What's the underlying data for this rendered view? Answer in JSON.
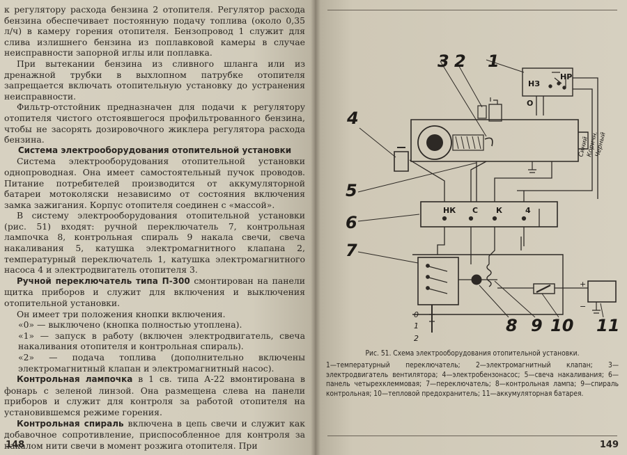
{
  "left_page": {
    "paragraphs": [
      "к регулятору расхода бензина 2 отопителя. Регулятор расхода бензина обеспечивает постоянную подачу топлива (около 0,35 л/ч) в камеру горения отопителя. Бензопровод 1 служит для слива излишнего бензина из поплавковой камеры в случае неисправности запорной иглы или поплавка.",
      "При вытекании бензина из сливного шланга или из дренажной трубки в выхлопном патрубке отопителя запрещается включать отопительную установку до устранения неисправности.",
      "Фильтр-отстойник предназначен для подачи к регулятору отопителя чистого отстоявшегося профильтрованного бензина, чтобы не засорять дозировочного жиклера регулятора расхода бензина."
    ],
    "section_heading": "Система электрооборудования отопительной установки",
    "system_paragraphs": [
      "Система электрооборудования отопительной установки однопроводная. Она имеет самостоятельный пучок проводов. Питание потребителей производится от аккумуляторной батареи мотоколяски независимо от состояния включения замка зажигания. Корпус отопителя соединен с «массой».",
      "В систему электрооборудования отопительной установки (рис. 51) входят: ручной переключатель 7, контрольная лампочка 8, контрольная спираль 9 накала свечи, свеча накаливания 5, катушка электромагнитного клапана 2, температурный переключатель 1, катушка электромагнитного насоса 4 и электродвигатель отопителя 3."
    ],
    "switch_heading": "Ручной переключатель типа П-300",
    "switch_text": " смонтирован на панели щитка приборов и служит для включения и выключения отопительной установки.",
    "positions_intro": "Он имеет три положения кнопки включения.",
    "positions": [
      "«0» — выключено (кнопка полностью утоплена).",
      "«1» — запуск в работу (включен электродвигатель, свеча накаливания отопителя и контрольная спираль).",
      "«2» — подача топлива (дополнительно включены электромагнитный клапан и электромагнитный насос)."
    ],
    "lamp_heading": "Контрольная лампочка",
    "lamp_text": " в 1 св. типа А-22 вмонтирована в фонарь с зеленой линзой. Она размещена слева на панели приборов и служит для контроля за работой отопителя на установившемся режиме горения.",
    "spiral_heading": "Контрольная спираль",
    "spiral_text": " включена в цепь свечи и служит как добавочное сопротивление, приспособленное для контроля за накалом нити свечи в момент розжига отопителя. При",
    "page_number": "148"
  },
  "right_page": {
    "figure": {
      "callouts": [
        "1",
        "2",
        "3",
        "4",
        "5",
        "6",
        "7",
        "8",
        "9",
        "10",
        "11"
      ],
      "terminal_labels": [
        "НЗ",
        "НР",
        "О",
        "НК",
        "С",
        "К",
        "4"
      ],
      "switch_labels": [
        "0",
        "1",
        "2"
      ],
      "wire_labels": [
        "Синий",
        "Коричн.",
        "Черный"
      ],
      "battery_signs": [
        "+",
        "−"
      ]
    },
    "caption_title": "Рис. 51. Схема электрооборудования отопительной установки.",
    "caption_legend": "1—температурный переключатель; 2—электромагнитный клапан; 3—электродвигатель вентилятора; 4—электробензонасос; 5—свеча накаливания; 6—панель четырехклеммовая; 7—переключатель; 8—контрольная лампа; 9—спираль контрольная; 10—тепловой предохранитель; 11—аккумуляторная батарея.",
    "page_number": "149"
  }
}
